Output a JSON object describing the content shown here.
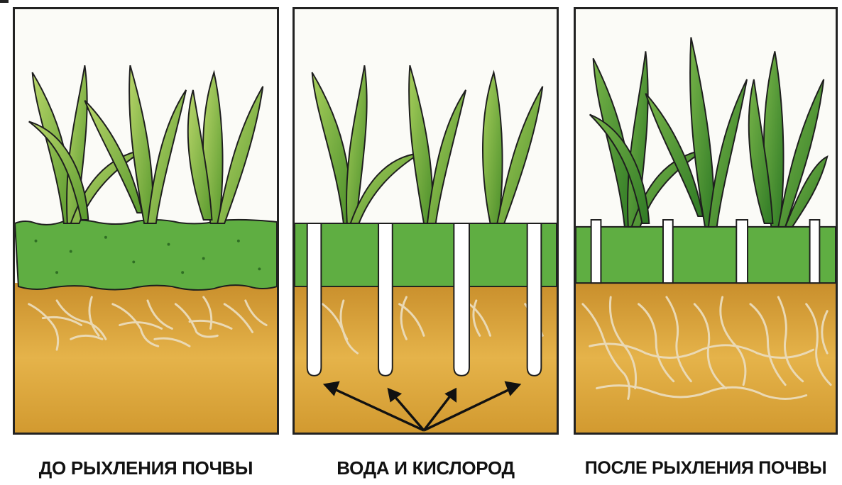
{
  "captions": {
    "before": "ДО РЫХЛЕНИЯ ПОЧВЫ",
    "water_oxygen": "ВОДА И КИСЛОРОД",
    "after": "ПОСЛЕ РЫХЛЕНИЯ ПОЧВЫ"
  },
  "colors": {
    "leaf_light": "#9cc24a",
    "leaf_dark": "#3f8a2a",
    "turf_green": "#5fae42",
    "soil": "#d9a23a",
    "roots": "#e8d7b0",
    "outline": "#1e1e1e"
  }
}
